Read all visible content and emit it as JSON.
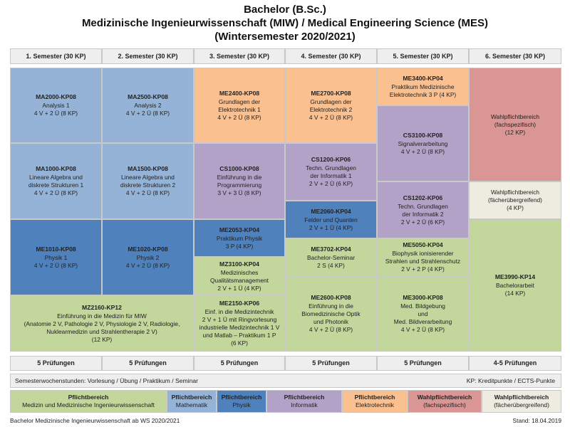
{
  "title": {
    "line1": "Bachelor (B.Sc.)",
    "line2": "Medizinische Ingenieurwissenschaft (MIW) / Medical Engineering Science (MES)",
    "line3": "(Wintersemester 2020/2021)"
  },
  "semesters": [
    "1. Semester (30 KP)",
    "2. Semester (30 KP)",
    "3. Semester (30 KP)",
    "4. Semester (30 KP)",
    "5. Semester (30 KP)",
    "6. Semester (30 KP)"
  ],
  "modules": {
    "ma2000": {
      "code": "MA2000-KP08",
      "l1": "Analysis 1",
      "l2": "4 V + 2 Ü (8 KP)"
    },
    "ma1000": {
      "code": "MA1000-KP08",
      "l1": "Lineare Algebra und",
      "l2": "diskrete Strukturen 1",
      "l3": "4 V + 2 Ü (8 KP)"
    },
    "me1010": {
      "code": "ME1010-KP08",
      "l1": "Physik 1",
      "l2": "4 V + 2 Ü (8 KP)"
    },
    "mz2160": {
      "code": "MZ2160-KP12",
      "l1": "Einführung in die Medizin für MIW",
      "l2": "(Anatomie 2 V, Pathologie 2 V, Physiologie 2 V, Radiologie,",
      "l3": "Nuklearmedizin und Strahlentherapie 2 V)",
      "l4": "(12 KP)"
    },
    "ma2500": {
      "code": "MA2500-KP08",
      "l1": "Analysis 2",
      "l2": "4 V + 2 Ü (8 KP)"
    },
    "ma1500": {
      "code": "MA1500-KP08",
      "l1": "Lineare Algebra und",
      "l2": "diskrete Strukturen 2",
      "l3": "4 V + 2 Ü (8 KP)"
    },
    "me1020": {
      "code": "ME1020-KP08",
      "l1": "Physik 2",
      "l2": "4 V + 2 Ü (8 KP)"
    },
    "me2400": {
      "code": "ME2400-KP08",
      "l1": "Grundlagen der",
      "l2": "Elektrotechnik 1",
      "l3": "4 V + 2 Ü (8 KP)"
    },
    "cs1000": {
      "code": "CS1000-KP08",
      "l1": "Einführung in die",
      "l2": "Programmierung",
      "l3": "3 V + 3 Ü (8 KP)"
    },
    "me2053": {
      "code": "ME2053-KP04",
      "l1": "Praktikum Physik",
      "l2": "3 P (4 KP)"
    },
    "mz3100": {
      "code": "MZ3100-KP04",
      "l1": "Medizinisches",
      "l2": "Qualitätsmanagement",
      "l3": "2 V + 1 Ü (4 KP)"
    },
    "me2150": {
      "code": "ME2150-KP06",
      "l1": "Einf. in die Medizintechnik",
      "l2": "2 V + 1 Ü mit Ringvorlesung",
      "l3": "industrielle Medizintechnik 1 V",
      "l4": "und Matlab – Praktikum 1 P",
      "l5": "(6 KP)"
    },
    "me2700": {
      "code": "ME2700-KP08",
      "l1": "Grundlagen der",
      "l2": "Elektrotechnik 2",
      "l3": "4 V + 2 Ü (8 KP)"
    },
    "cs1200": {
      "code": "CS1200-KP06",
      "l1": "Techn. Grundlagen",
      "l2": "der Informatik 1",
      "l3": "2 V + 2 Ü (6 KP)"
    },
    "me2060": {
      "code": "ME2060-KP04",
      "l1": "Felder und Quanten",
      "l2": "2 V + 1 Ü (4 KP)"
    },
    "me3702": {
      "code": "ME3702-KP04",
      "l1": "Bachelor-Seminar",
      "l2": "2 S (4 KP)"
    },
    "me2600": {
      "code": "ME2600-KP08",
      "l1": "Einführung in die",
      "l2": "Biomedizinische Optik",
      "l3": "und Photonik",
      "l4": "4 V + 2 Ü (8 KP)"
    },
    "me3400": {
      "code": "ME3400-KP04",
      "l1": "Praktikum Medizinische",
      "l2": "Elektrotechnik 3 P (4 KP)"
    },
    "cs3100": {
      "code": "CS3100-KP08",
      "l1": "Signalverarbeitung",
      "l2": "4 V + 2 Ü (8 KP)"
    },
    "cs1202": {
      "code": "CS1202-KP06",
      "l1": "Techn. Grundlagen",
      "l2": "der Informatik 2",
      "l3": "2 V + 2 Ü (6 KP)"
    },
    "me5050": {
      "code": "ME5050-KP04",
      "l1": "Biophysik ionisierender",
      "l2": "Strahlen und Strahlenschutz",
      "l3": "2 V + 2 P (4 KP)"
    },
    "me3000": {
      "code": "ME3000-KP08",
      "l1": "Med. Bildgebung",
      "l2": "und",
      "l3": "Med. Bildverarbeitung",
      "l4": "4 V + 2 Ü (8 KP)"
    },
    "wpf": {
      "l1": "Wahlpflichtbereich",
      "l2": "(fachspezifisch)",
      "l3": "(12 KP)"
    },
    "wpu": {
      "l1": "Wahlpflichtbereich",
      "l2": "(fächerübergreifend)",
      "l3": "(4 KP)"
    },
    "me3990": {
      "code": "ME3990-KP14",
      "l1": "Bachelorarbeit",
      "l2": "(14 KP)"
    }
  },
  "pruefungen": [
    "5 Prüfungen",
    "5 Prüfungen",
    "5 Prüfungen",
    "5 Prüfungen",
    "5 Prüfungen",
    "4-5 Prüfungen"
  ],
  "legend_row": {
    "left": "Semesterwochenstunden: Vorlesung / Übung / Praktikum / Seminar",
    "right": "KP: Kreditpunkte / ECTS-Punkte"
  },
  "legend": [
    {
      "title": "Pflichtbereich",
      "sub": "Medizin und Medizinische Ingenieurwissenschaft",
      "color": "#c3d69b"
    },
    {
      "title": "Pflichtbereich",
      "sub": "Mathematik",
      "color": "#95b3d7"
    },
    {
      "title": "Pflichtbereich",
      "sub": "Physik",
      "color": "#4f81bd"
    },
    {
      "title": "Pflichtbereich",
      "sub": "Informatik",
      "color": "#b3a2c7"
    },
    {
      "title": "Pflichtbereich",
      "sub": "Elektrotechnik",
      "color": "#fac090"
    },
    {
      "title": "Wahlpflichtbereich",
      "sub": "(fachspezifisch)",
      "color": "#d99694"
    },
    {
      "title": "Wahlpflichtbereich",
      "sub": "(fächerübergreifend)",
      "color": "#eeece1"
    }
  ],
  "footer": {
    "left": "Bachelor Medizinische Ingenieurwissenschaft ab WS 2020/2021",
    "right": "Stand: 18.04.2019"
  }
}
